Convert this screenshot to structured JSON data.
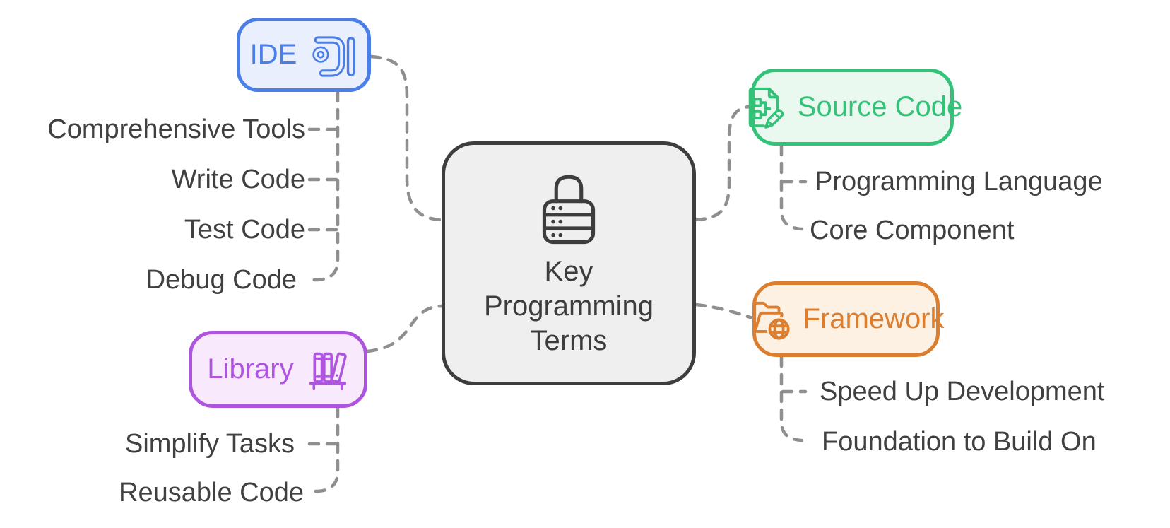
{
  "diagram": {
    "center": {
      "icon": "lock-server-icon",
      "title_lines": [
        "Key",
        "Programming",
        "Terms"
      ]
    },
    "branches": [
      {
        "id": "ide",
        "label": "IDE",
        "icon": "ide-icon",
        "color": "#4a7ee8",
        "bg": "#e9effc",
        "children": [
          "Comprehensive Tools",
          "Write Code",
          "Test Code",
          "Debug Code"
        ]
      },
      {
        "id": "library",
        "label": "Library",
        "icon": "books-on-shelf-icon",
        "color": "#ae54df",
        "bg": "#f8e9fd",
        "children": [
          "Simplify Tasks",
          "Reusable Code"
        ]
      },
      {
        "id": "source-code",
        "label": "Source Code",
        "icon": "document-flowchart-pencil-icon",
        "color": "#33c277",
        "bg": "#e9f9f0",
        "children": [
          "Programming Language",
          "Core Component"
        ]
      },
      {
        "id": "framework",
        "label": "Framework",
        "icon": "open-folder-globe-icon",
        "color": "#dd7e2f",
        "bg": "#fdf1e4",
        "children": [
          "Speed Up Development",
          "Foundation to Build On"
        ]
      }
    ],
    "connector_color": "#8f8f8f",
    "center_border_color": "#3d3d3d",
    "leaf_text_color": "#404040"
  }
}
